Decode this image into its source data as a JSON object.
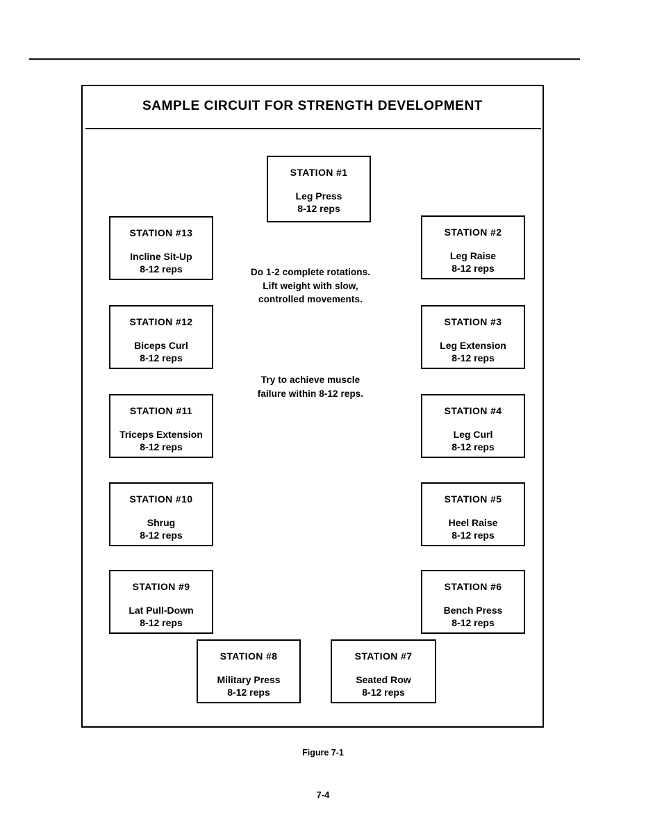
{
  "figure": {
    "title": "SAMPLE CIRCUIT FOR STRENGTH DEVELOPMENT",
    "caption": "Figure 7-1",
    "page_number": "7-4",
    "reps_label": "8-12 reps",
    "colors": {
      "ink": "#000000",
      "paper": "#ffffff"
    }
  },
  "notes": [
    {
      "id": "rotation-note",
      "lines": [
        "Do 1-2 complete rotations.",
        "Lift weight with slow,",
        "controlled movements."
      ],
      "text": "Do 1-2 complete rotations. Lift weight with slow, controlled movements."
    },
    {
      "id": "failure-note",
      "lines": [
        "Try to achieve muscle",
        "failure within 8-12 reps."
      ],
      "text": "Try to achieve muscle failure within 8-12 reps."
    }
  ],
  "stations": [
    {
      "id": 1,
      "heading": "STATION #1",
      "exercise": "Leg Press",
      "reps": "8-12 reps",
      "column": "top"
    },
    {
      "id": 2,
      "heading": "STATION #2",
      "exercise": "Leg Raise",
      "reps": "8-12 reps",
      "column": "right"
    },
    {
      "id": 3,
      "heading": "STATION #3",
      "exercise": "Leg Extension",
      "reps": "8-12 reps",
      "column": "right"
    },
    {
      "id": 4,
      "heading": "STATION #4",
      "exercise": "Leg Curl",
      "reps": "8-12 reps",
      "column": "right"
    },
    {
      "id": 5,
      "heading": "STATION #5",
      "exercise": "Heel Raise",
      "reps": "8-12 reps",
      "column": "right"
    },
    {
      "id": 6,
      "heading": "STATION #6",
      "exercise": "Bench Press",
      "reps": "8-12 reps",
      "column": "right"
    },
    {
      "id": 7,
      "heading": "STATION #7",
      "exercise": "Seated Row",
      "reps": "8-12 reps",
      "column": "bottom"
    },
    {
      "id": 8,
      "heading": "STATION #8",
      "exercise": "Military Press",
      "reps": "8-12 reps",
      "column": "bottom"
    },
    {
      "id": 9,
      "heading": "STATION #9",
      "exercise": "Lat Pull-Down",
      "reps": "8-12 reps",
      "column": "left"
    },
    {
      "id": 10,
      "heading": "STATION #10",
      "exercise": "Shrug",
      "reps": "8-12 reps",
      "column": "left"
    },
    {
      "id": 11,
      "heading": "STATION #11",
      "exercise": "Triceps Extension",
      "reps": "8-12 reps",
      "column": "left"
    },
    {
      "id": 12,
      "heading": "STATION #12",
      "exercise": "Biceps Curl",
      "reps": "8-12 reps",
      "column": "left"
    },
    {
      "id": 13,
      "heading": "STATION #13",
      "exercise": "Incline Sit-Up",
      "reps": "8-12 reps",
      "column": "left"
    }
  ],
  "chart_data": {
    "type": "diagram",
    "title": "SAMPLE CIRCUIT FOR STRENGTH DEVELOPMENT",
    "layout": "circuit-ring",
    "station_count": 13,
    "order": [
      1,
      2,
      3,
      4,
      5,
      6,
      7,
      8,
      9,
      10,
      11,
      12,
      13
    ]
  }
}
